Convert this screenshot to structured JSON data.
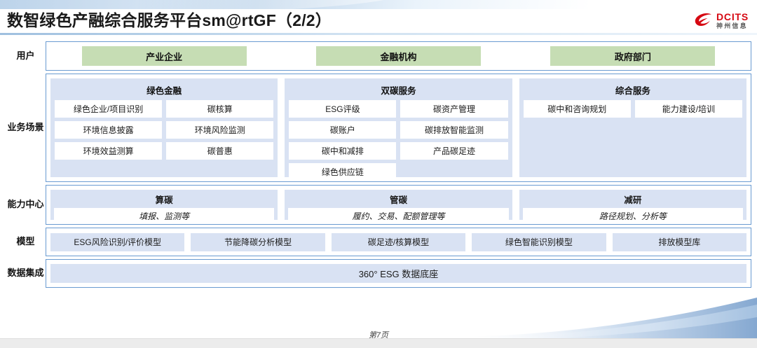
{
  "header": {
    "title": "数智绿色产融综合服务平台sm@rtGF（2/2）",
    "logo": {
      "name": "DCITS",
      "sub": "神州信息",
      "mark_color": "#d60812"
    }
  },
  "colors": {
    "user_box": "#c6ddb4",
    "panel_blue": "#d9e2f3",
    "row_border": "#6a9bd1",
    "brand_red": "#d60812"
  },
  "rows": [
    {
      "label": "用户",
      "type": "users",
      "items": [
        {
          "label": "产业企业"
        },
        {
          "label": "金融机构"
        },
        {
          "label": "政府部门"
        }
      ]
    },
    {
      "label": "业务场景",
      "type": "scenarios",
      "groups": [
        {
          "title": "绿色金融",
          "items": [
            "绿色企业/项目识别",
            "碳核算",
            "环境信息披露",
            "环境风险监测",
            "环境效益测算",
            "碳普惠"
          ]
        },
        {
          "title": "双碳服务",
          "items": [
            "ESG评级",
            "碳资产管理",
            "碳账户",
            "碳排放智能监测",
            "碳中和减排",
            "产品碳足迹",
            "绿色供应链"
          ]
        },
        {
          "title": "综合服务",
          "items": [
            "碳中和咨询规划",
            "能力建设/培训"
          ]
        }
      ]
    },
    {
      "label": "能力中心",
      "type": "capability",
      "groups": [
        {
          "title": "算碳",
          "sub": "填报、监测等"
        },
        {
          "title": "管碳",
          "sub": "履约、交易、配额管理等"
        },
        {
          "title": "减研",
          "sub": "路径规划、分析等"
        }
      ]
    },
    {
      "label": "模型",
      "type": "model",
      "items": [
        "ESG风险识别/评价模型",
        "节能降碳分析模型",
        "碳足迹/核算模型",
        "绿色智能识别模型",
        "排放模型库"
      ]
    },
    {
      "label": "数据集成",
      "type": "data",
      "items": [
        "360° ESG 数据底座"
      ]
    }
  ],
  "footer": {
    "page_label": "第7页"
  }
}
